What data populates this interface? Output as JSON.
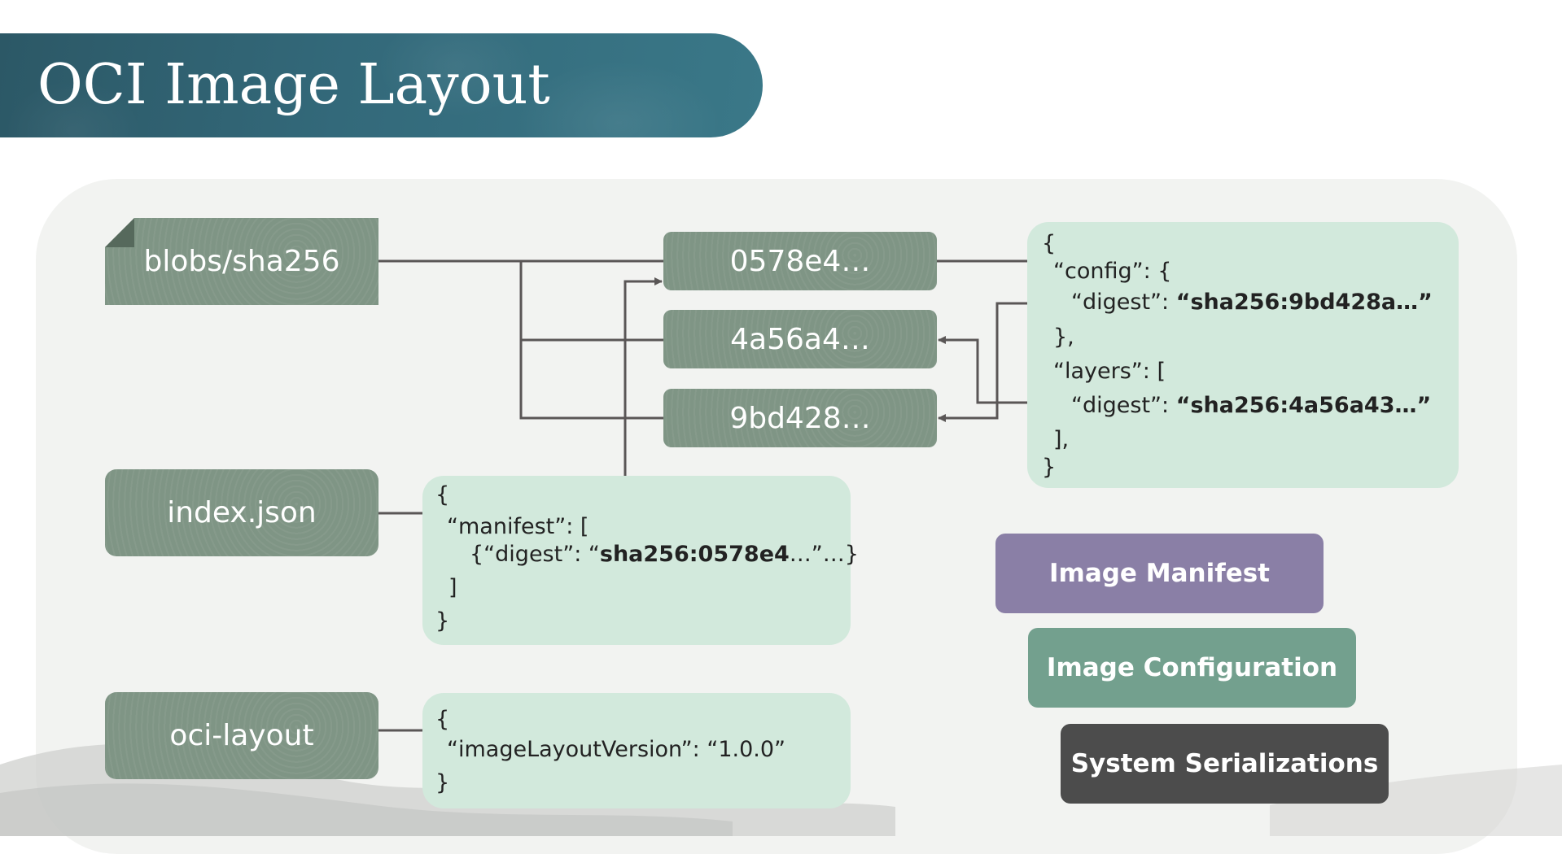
{
  "title": "OCI Image Layout",
  "files": {
    "blobs": "blobs/sha256",
    "index": "index.json",
    "oci_layout": "oci-layout"
  },
  "blobs": [
    "0578e4…",
    "4a56a4…",
    "9bd428…"
  ],
  "manifest_json": {
    "line1": "{",
    "line2": "“config”: {",
    "line3_key": "“digest”: ",
    "line3_value": "“sha256:9bd428a…”",
    "line4": "},",
    "line5": "“layers”: [",
    "line6_key": "“digest”: ",
    "line6_value": "“sha256:4a56a43…”",
    "line7": "],",
    "line8": "}"
  },
  "index_json": {
    "line1": "{",
    "line2": "“manifest”: [",
    "line3_pre": "{“digest”: “",
    "line3_value": "sha256:0578e4",
    "line3_post": "…”…}",
    "line4": "]",
    "line5": "}"
  },
  "oci_json": {
    "line1": "{",
    "line2": "“imageLayoutVersion”: “1.0.0”",
    "line3": "}"
  },
  "legend": {
    "manifest": "Image Manifest",
    "config": "Image Configuration",
    "system": "System Serializations"
  },
  "colors": {
    "banner": "#33697a",
    "file_box": "#7f9585",
    "json_box": "#d2e9dc",
    "manifest": "#8a7fa6",
    "config": "#73a08e",
    "system": "#4c4c4c",
    "connector": "#5a5656"
  }
}
